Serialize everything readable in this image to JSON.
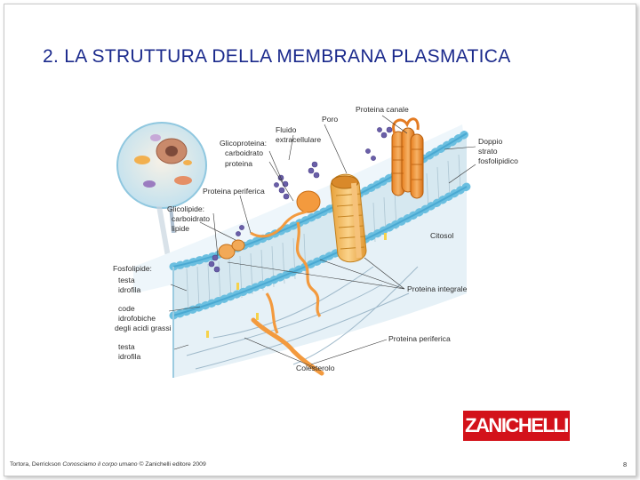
{
  "slide": {
    "title": "2. LA STRUTTURA DELLA MEMBRANA PLASMATICA",
    "page_number": "8",
    "footer": {
      "authors": "Tortora, Derrickson",
      "book_title": "Conosciamo il corpo umano",
      "publisher": "© Zanichelli editore 2009"
    },
    "brand_logo": "ZANICHELLI"
  },
  "diagram": {
    "labels": {
      "proteina_canale": "Proteina canale",
      "poro": "Poro",
      "fluido_1": "Fluido",
      "fluido_2": "extracellulare",
      "glicoproteina_1": "Glicoproteina:",
      "glicoproteina_2": "carboidrato",
      "glicoproteina_3": "proteina",
      "doppio_1": "Doppio",
      "doppio_2": "strato",
      "doppio_3": "fosfolipidico",
      "periferica_top": "Proteina periferica",
      "glicolipide_1": "Glicolipide:",
      "glicolipide_2": "carboidrato",
      "glicolipide_3": "lipide",
      "citosol": "Citosol",
      "fosfolipide": "Fosfolipide:",
      "testa_1a": "testa",
      "testa_1b": "idrofila",
      "code_1": "code",
      "code_2": "idrofobiche",
      "code_3": "degli acidi grassi",
      "testa_2a": "testa",
      "testa_2b": "idrofila",
      "integrale": "Proteina integrale",
      "periferica_bottom": "Proteina periferica",
      "colesterolo": "Colesterolo"
    },
    "colors": {
      "membrane_head": "#6bbfe0",
      "membrane_tail": "#cfe3ec",
      "protein": "#f39a3e",
      "carbohydrate": "#6a5fa8",
      "cytosol": "#e6f1f7",
      "extracellular": "#eef6fb"
    }
  }
}
